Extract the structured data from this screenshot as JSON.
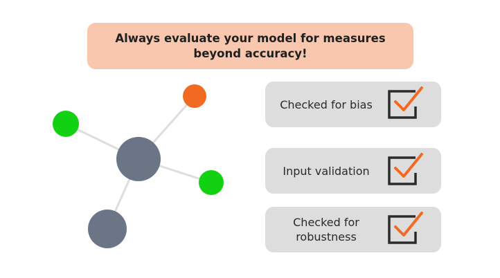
{
  "headline": {
    "text": "Always evaluate your model for measures beyond accuracy!",
    "background_color": "#f8c7ae"
  },
  "network": {
    "edge_color": "#dedede",
    "nodes": [
      {
        "id": "center-node",
        "color": "#6c7585"
      },
      {
        "id": "orange-node",
        "color": "#f26a22"
      },
      {
        "id": "green-node-left",
        "color": "#12d012"
      },
      {
        "id": "green-node-right",
        "color": "#12d012"
      },
      {
        "id": "gray-node-bottom",
        "color": "#6c7585"
      }
    ]
  },
  "checklist": {
    "card_color": "#dddddd",
    "check_color": "#f26a22",
    "box_color": "#2b2b2b",
    "items": [
      {
        "label": "Checked for bias",
        "checked": true
      },
      {
        "label": "Input validation",
        "checked": true
      },
      {
        "label": "Checked for robustness",
        "checked": true
      }
    ]
  }
}
